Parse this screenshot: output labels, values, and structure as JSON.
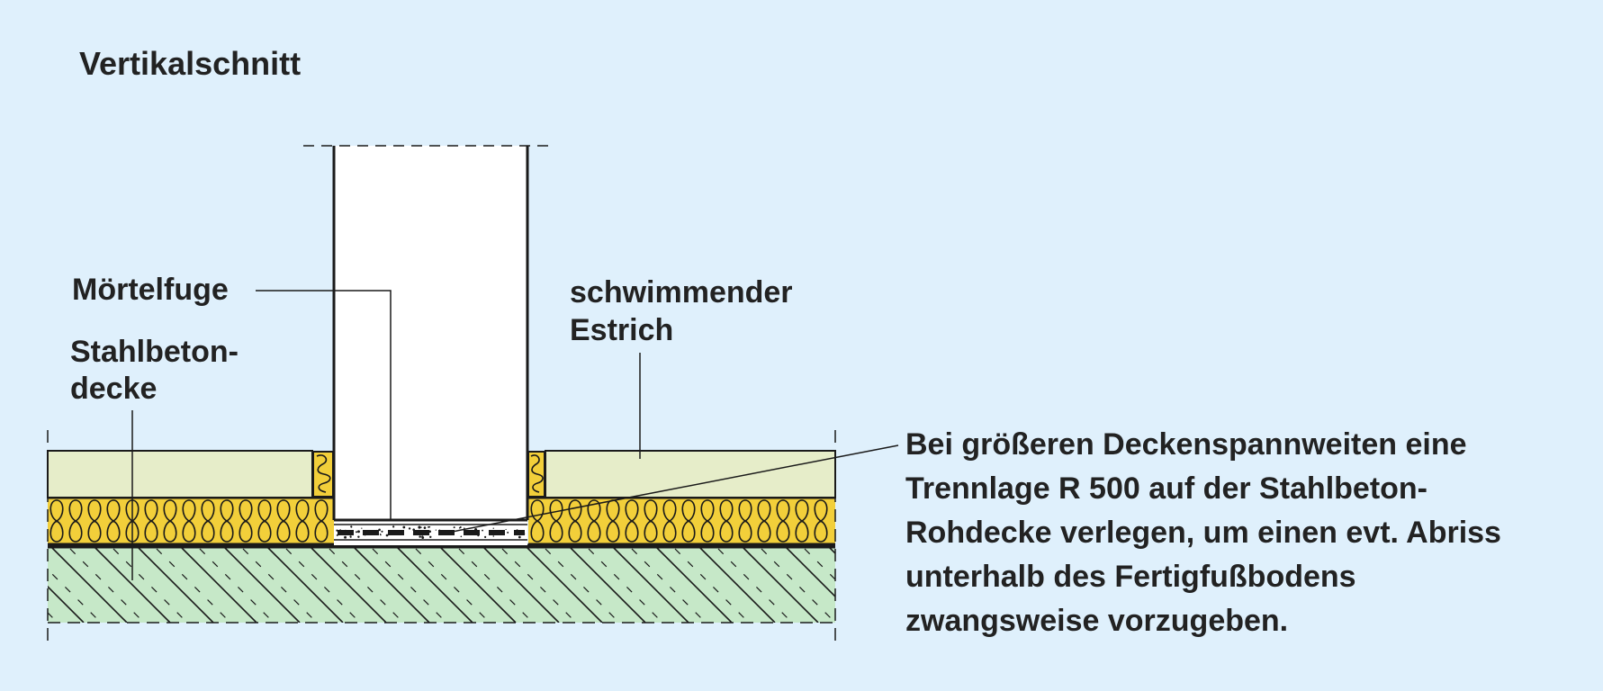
{
  "title": "Vertikalschnitt",
  "labels": {
    "moertelfuge": "Mörtelfuge",
    "stahlbeton_line1": "Stahlbeton-",
    "stahlbeton_line2": "decke",
    "estrich_line1": "schwimmender",
    "estrich_line2": "Estrich"
  },
  "note": {
    "lines": [
      "Bei größeren Deckenspannweiten eine",
      "Trennlage R 500 auf der Stahlbeton-",
      "Rohdecke verlegen, um einen evt. Abriss",
      "unterhalb des Fertigfußbodens",
      "zwangsweise vorzugeben."
    ]
  },
  "colors": {
    "background": "#dff0fc",
    "screed": "#e6edc9",
    "insulation": "#f2cf3a",
    "concrete": "#c6e8c8",
    "wall": "#ffffff",
    "line": "#1a1a1a"
  }
}
